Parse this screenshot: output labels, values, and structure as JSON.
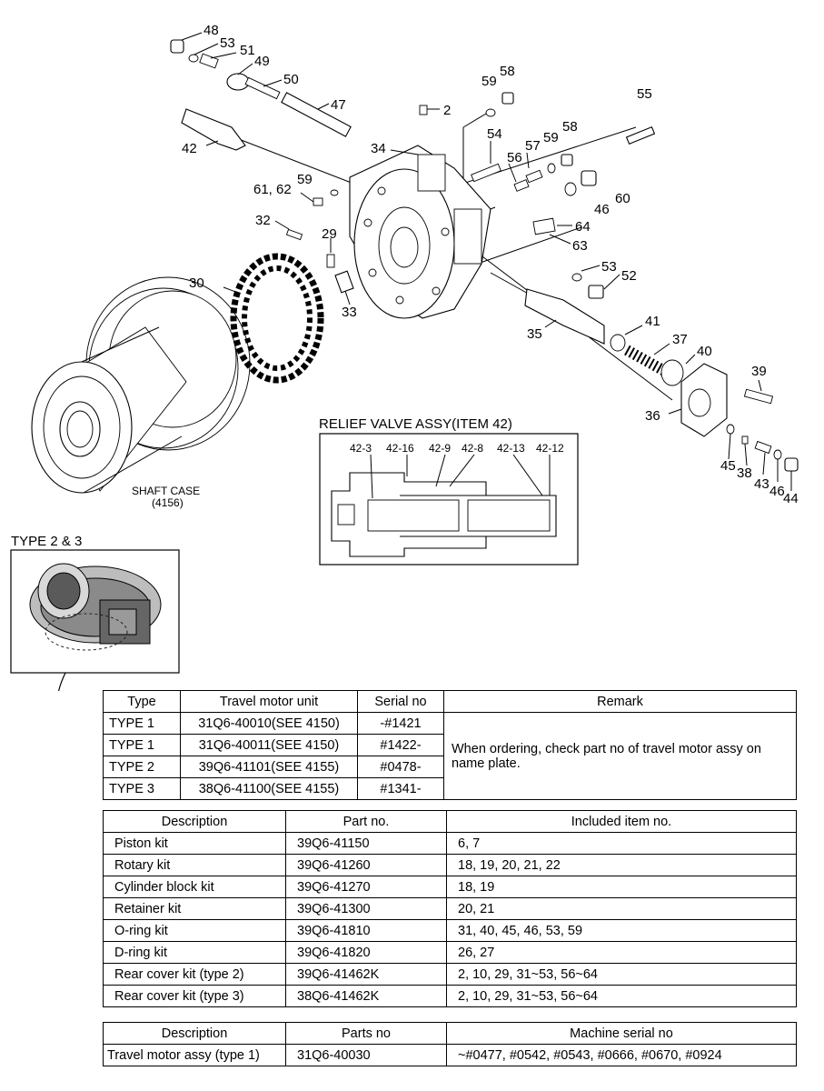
{
  "callouts": [
    "48",
    "53",
    "51",
    "49",
    "50",
    "47",
    "2",
    "59",
    "58",
    "55",
    "42",
    "34",
    "54",
    "57",
    "59",
    "58",
    "56",
    "61, 62",
    "59",
    "60",
    "46",
    "32",
    "64",
    "29",
    "63",
    "53",
    "52",
    "30",
    "33",
    "41",
    "35",
    "37",
    "40",
    "39",
    "36",
    "45",
    "38",
    "43",
    "46",
    "44"
  ],
  "shaft_case_label": "SHAFT CASE",
  "shaft_case_ref": "(4156)",
  "relief_valve": {
    "title": "RELIEF VALVE ASSY(ITEM 42)",
    "labels": [
      "42-3",
      "42-16",
      "42-9",
      "42-8",
      "42-13",
      "42-12"
    ]
  },
  "type_label": "TYPE 2 & 3",
  "type_table": {
    "headers": [
      "Type",
      "Travel motor unit",
      "Serial no",
      "Remark"
    ],
    "rows": [
      [
        "TYPE 1",
        "31Q6-40010(SEE 4150)",
        "-#1421"
      ],
      [
        "TYPE 1",
        "31Q6-40011(SEE 4150)",
        "#1422-"
      ],
      [
        "TYPE 2",
        "39Q6-41101(SEE 4155)",
        "#0478-"
      ],
      [
        "TYPE 3",
        "38Q6-41100(SEE 4155)",
        "#1341-"
      ]
    ],
    "remark": "When ordering, check part no of travel motor assy on name plate."
  },
  "kit_table": {
    "headers": [
      "Description",
      "Part no.",
      "Included item no."
    ],
    "rows": [
      [
        "Piston kit",
        "39Q6-41150",
        "6, 7"
      ],
      [
        "Rotary kit",
        "39Q6-41260",
        "18, 19, 20, 21, 22"
      ],
      [
        "Cylinder block kit",
        "39Q6-41270",
        "18, 19"
      ],
      [
        "Retainer kit",
        "39Q6-41300",
        "20, 21"
      ],
      [
        "O-ring kit",
        "39Q6-41810",
        "31, 40, 45, 46, 53, 59"
      ],
      [
        "D-ring kit",
        "39Q6-41820",
        "26, 27"
      ],
      [
        "Rear cover kit (type 2)",
        "39Q6-41462K",
        "2, 10, 29, 31~53, 56~64"
      ],
      [
        "Rear cover kit (type 3)",
        "38Q6-41462K",
        "2, 10, 29, 31~53, 56~64"
      ]
    ]
  },
  "assy_table": {
    "headers": [
      "Description",
      "Parts no",
      "Machine serial no"
    ],
    "rows": [
      [
        "Travel motor assy (type 1)",
        "31Q6-40030",
        "~#0477, #0542, #0543, #0666, #0670, #0924"
      ]
    ]
  }
}
